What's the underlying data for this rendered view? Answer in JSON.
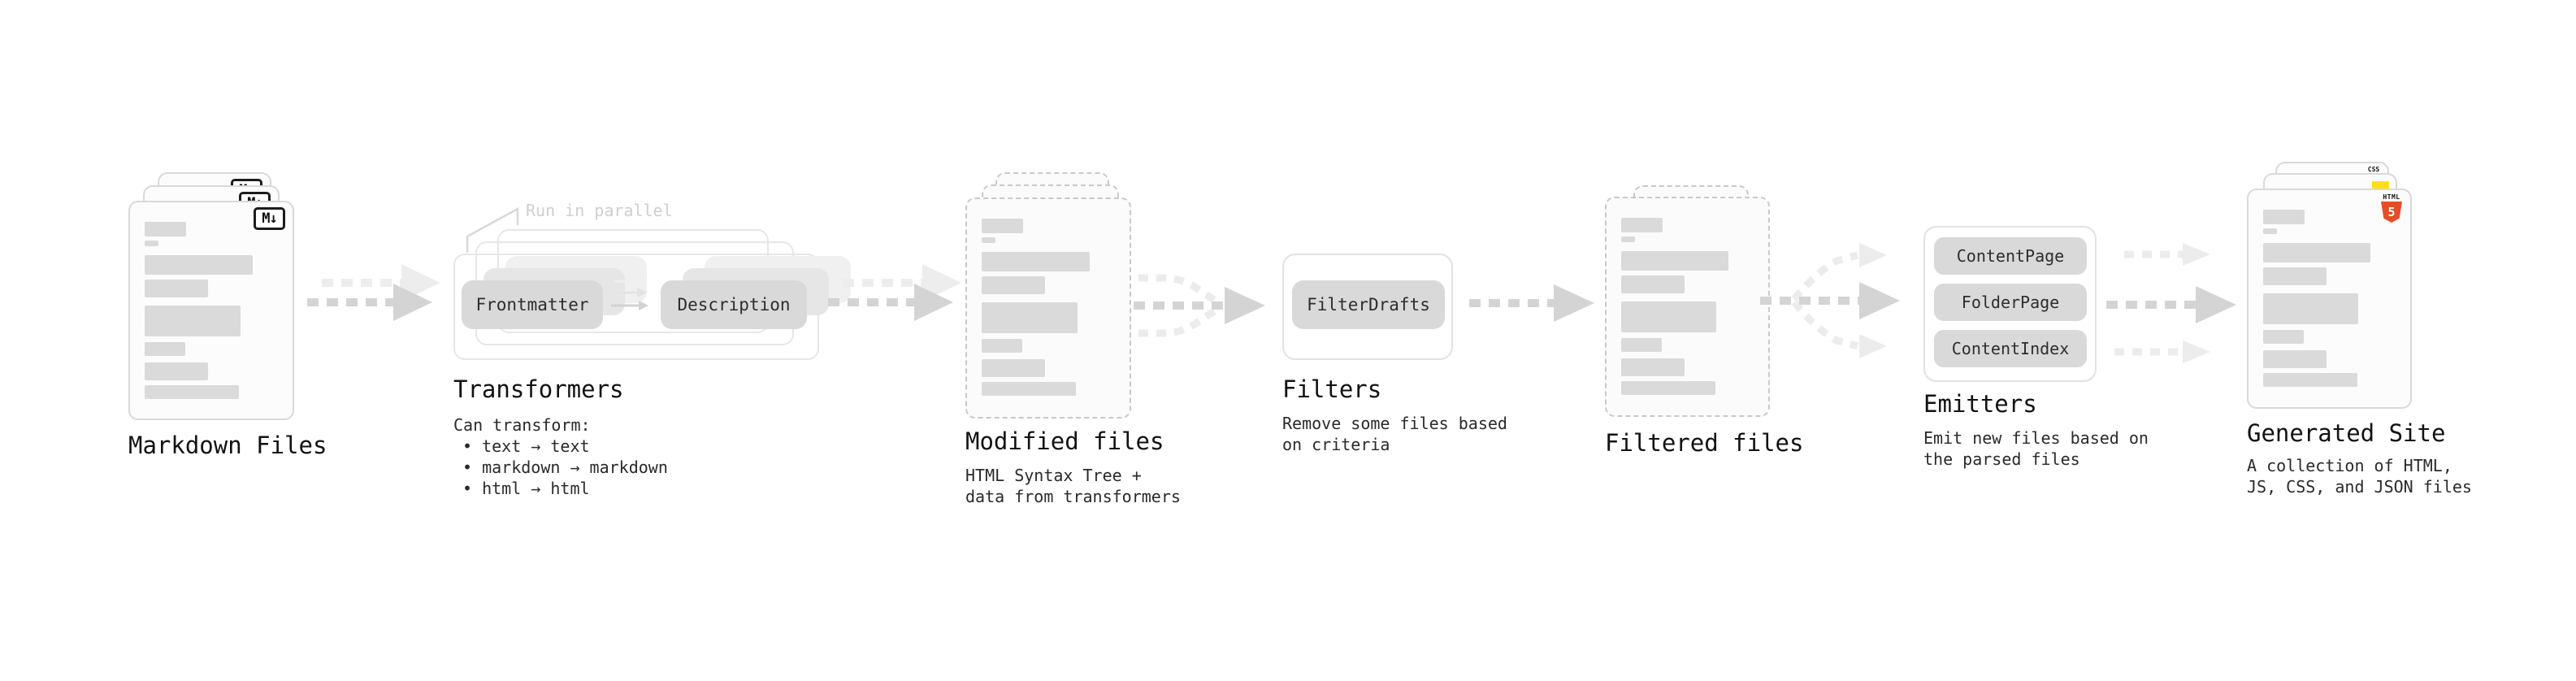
{
  "markdown_files": {
    "label": "Markdown Files",
    "icon": "M↓"
  },
  "flow": {
    "annotation": "Run in parallel"
  },
  "transformers": {
    "label": "Transformers",
    "pill_from": "Frontmatter",
    "pill_to": "Description",
    "desc_title": "Can transform:",
    "bullets": [
      "• text → text",
      "• markdown → markdown",
      "• html → html"
    ]
  },
  "modified_files": {
    "label": "Modified files",
    "desc": [
      "HTML Syntax Tree +",
      "data from transformers"
    ]
  },
  "filters": {
    "label": "Filters",
    "pill": "FilterDrafts",
    "desc": [
      "Remove some files based",
      "on criteria"
    ]
  },
  "filtered_files": {
    "label": "Filtered files"
  },
  "emitters": {
    "label": "Emitters",
    "pills": [
      "ContentPage",
      "FolderPage",
      "ContentIndex"
    ],
    "desc": [
      "Emit new files based on",
      "the parsed files"
    ]
  },
  "generated_site": {
    "label": "Generated Site",
    "desc": [
      "A collection of HTML,",
      "JS, CSS, and JSON files"
    ],
    "badges": {
      "html_word": "HTML",
      "html_number": "5",
      "css_word": "CSS"
    }
  },
  "colors": {
    "arrow_dark": "#d4d4d4",
    "arrow_light": "#ededed",
    "pill_bg": "#d9d9d9",
    "card_border": "#d9d9d9",
    "dashed_border": "#c9c9c9",
    "html5_orange": "#e44d26",
    "css_blue": "#2f6bf0",
    "js_yellow": "#ffdf1b",
    "text_primary": "#121212",
    "text_muted": "#cfcfcf"
  }
}
